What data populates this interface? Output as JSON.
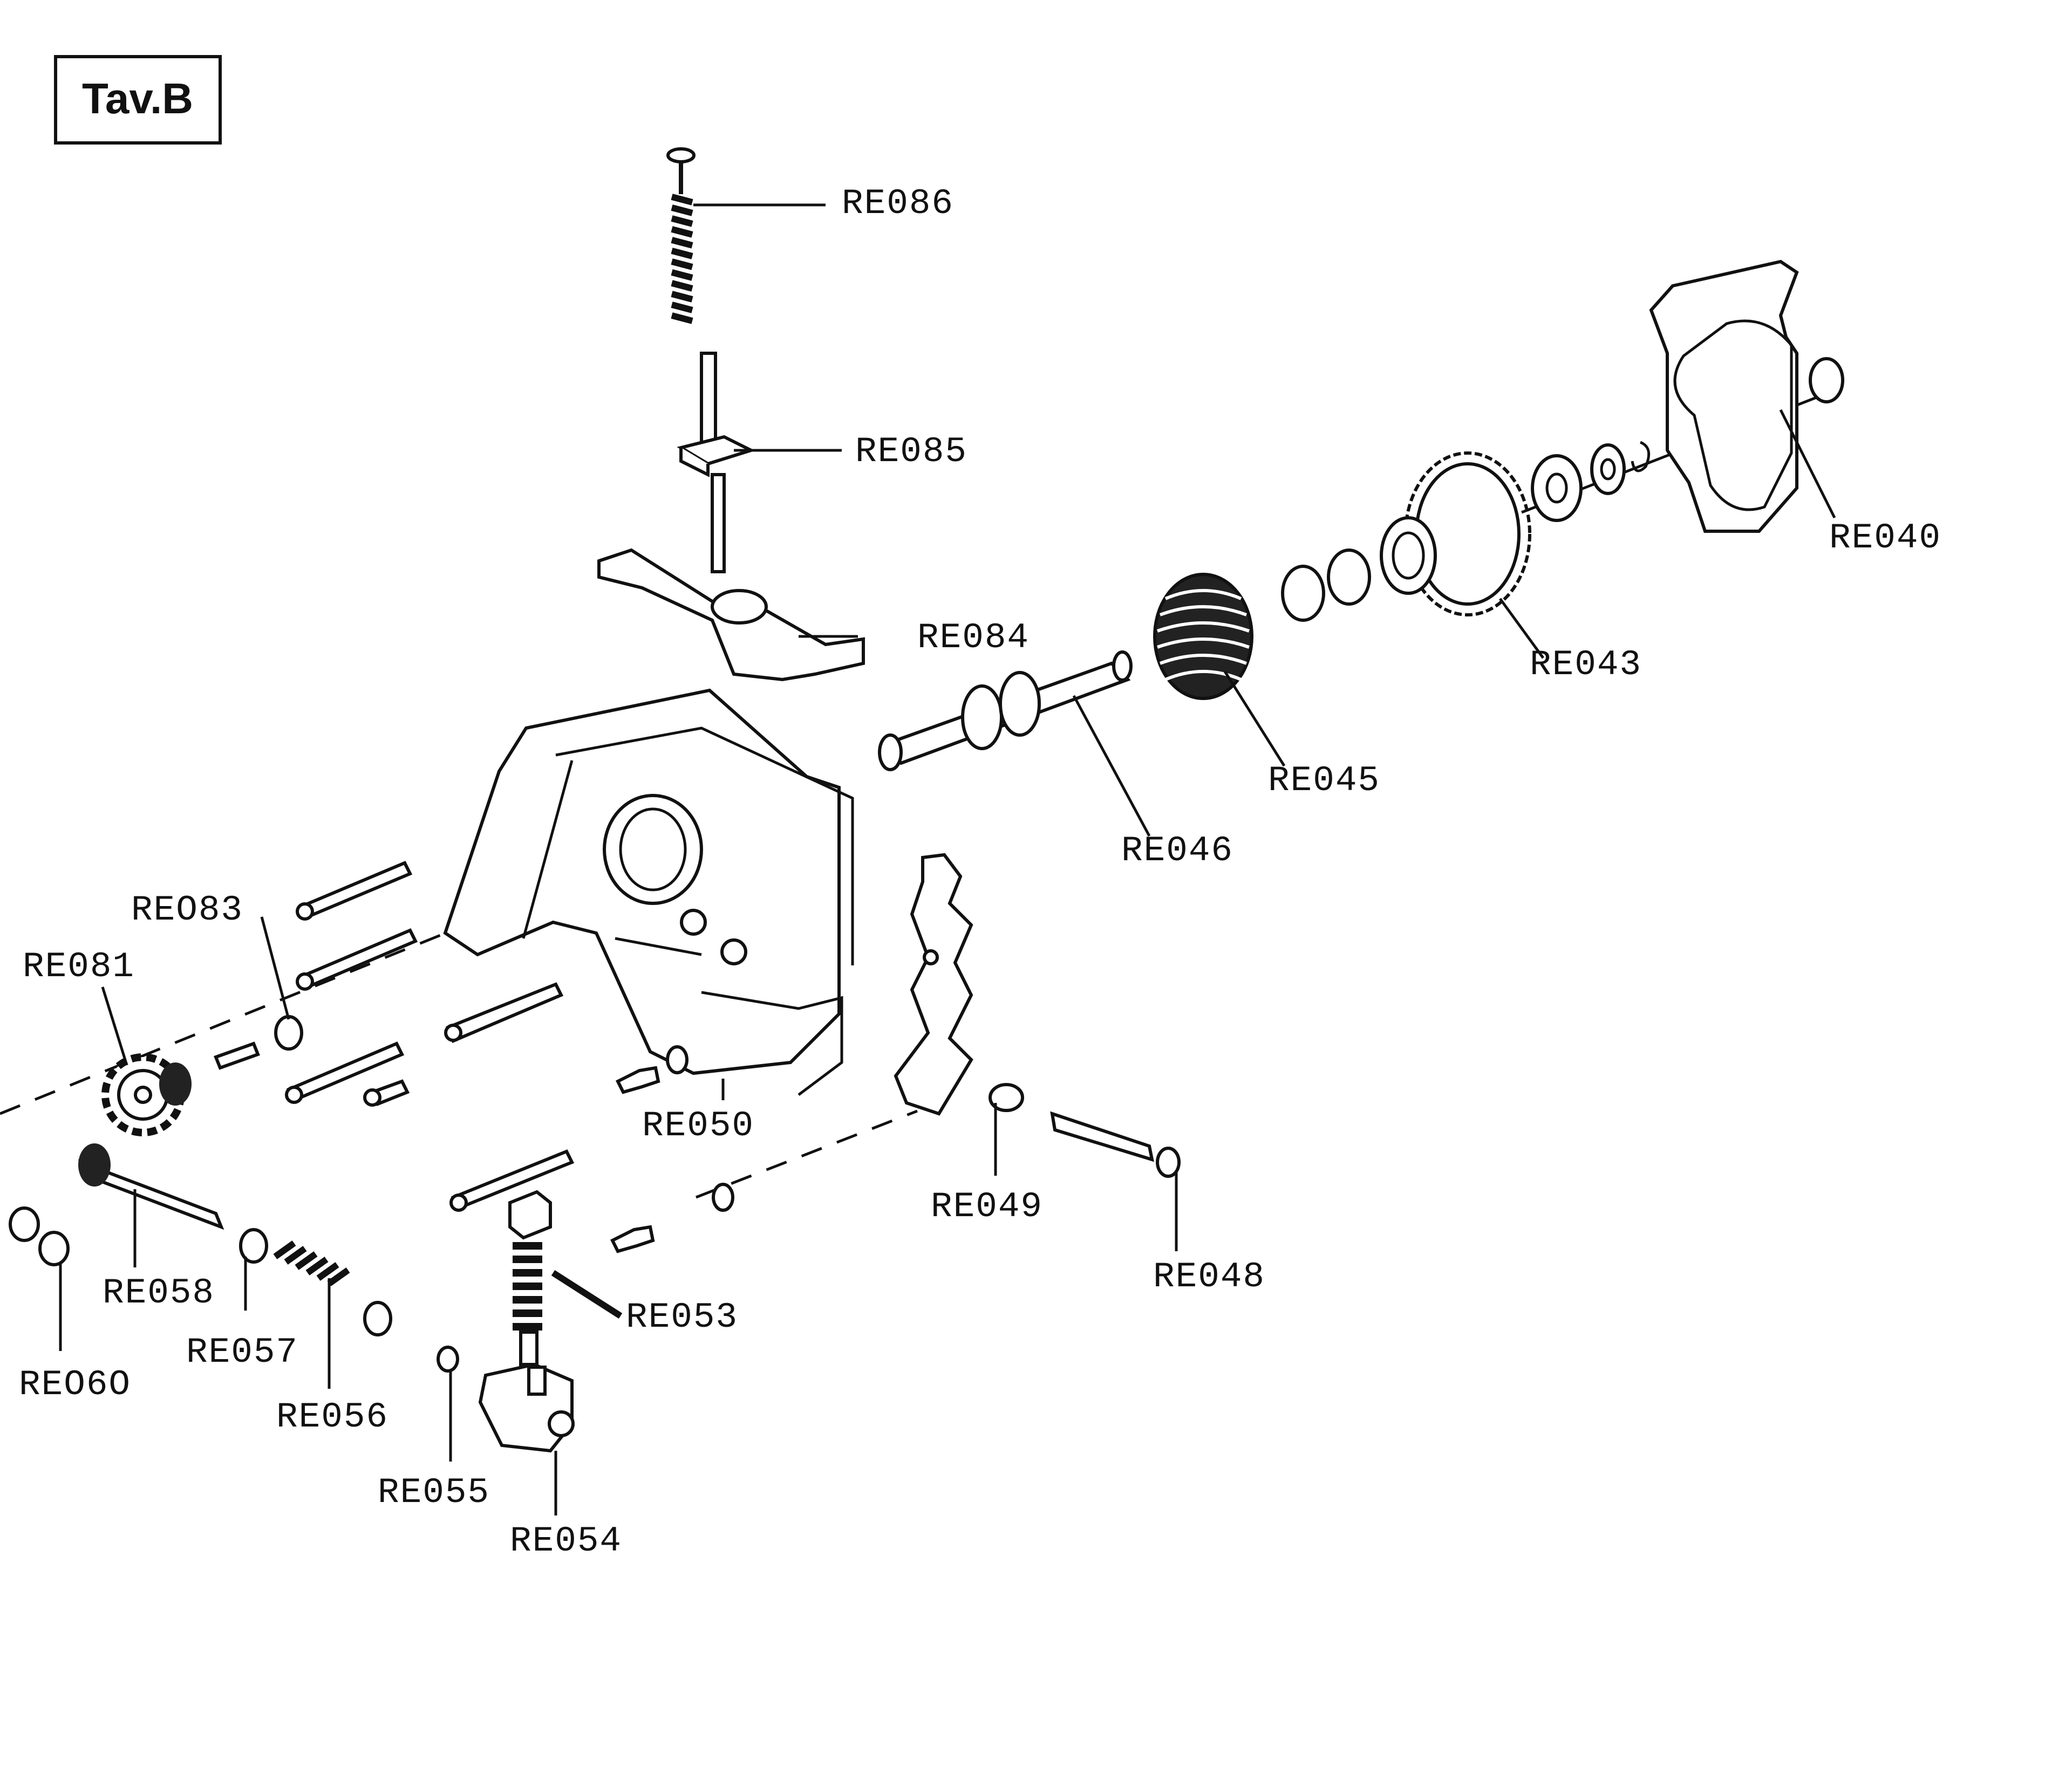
{
  "title": "Tav.B",
  "labels": {
    "re086": "RE086",
    "re085": "RE085",
    "re084": "RE084",
    "re040": "RE040",
    "re043": "RE043",
    "re045": "RE045",
    "re046": "RE046",
    "re083": "REO83",
    "re081": "RE081",
    "re050": "RE050",
    "re049": "RE049",
    "re048": "RE048",
    "re053": "RE053",
    "re058": "RE058",
    "re057": "RE057",
    "re056": "RE056",
    "re060": "REO6O",
    "re055": "RE055",
    "re054": "RE054"
  }
}
